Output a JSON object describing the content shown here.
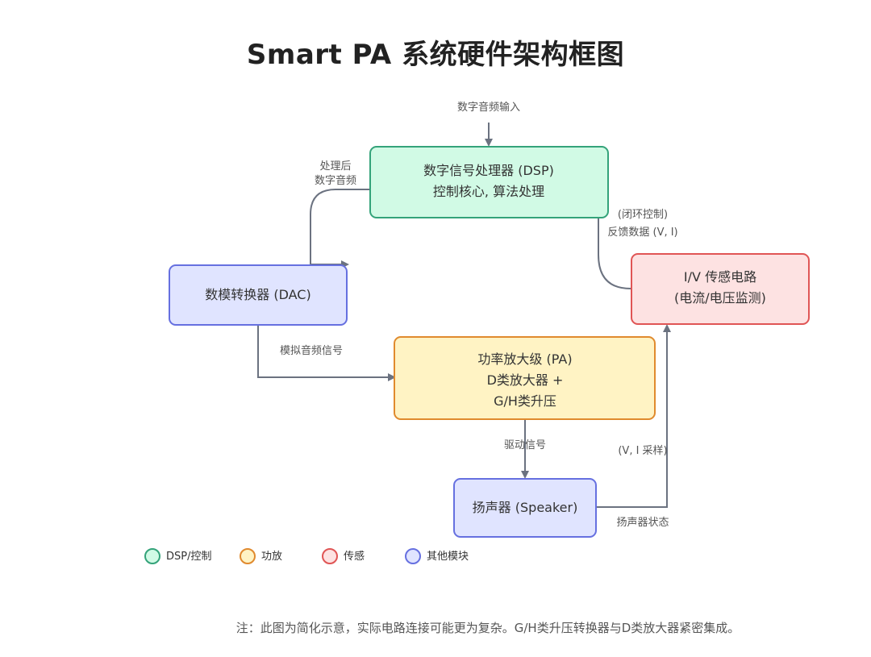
{
  "title": "Smart PA 系统硬件架构框图",
  "colors": {
    "dsp": {
      "fill": "#d1fae5",
      "stroke": "#34a37a"
    },
    "pa": {
      "fill": "#fff3c4",
      "stroke": "#e08a2e"
    },
    "sense": {
      "fill": "#fde2e2",
      "stroke": "#e05555"
    },
    "other": {
      "fill": "#e0e4ff",
      "stroke": "#6670e0"
    },
    "edge": "#6b7280"
  },
  "nodes": {
    "dsp": {
      "line1": "数字信号处理器 (DSP)",
      "line2": "控制核心, 算法处理"
    },
    "dac": {
      "line1": "数模转换器 (DAC)"
    },
    "sense": {
      "line1": "I/V 传感电路",
      "line2": "(电流/电压监测)"
    },
    "pa": {
      "line1": "功率放大级 (PA)",
      "line2": "D类放大器 +",
      "line3": "G/H类升压"
    },
    "speaker": {
      "line1": "扬声器 (Speaker)"
    }
  },
  "edges": {
    "input": "数字音频输入",
    "dsp_dac_1": "处理后",
    "dsp_dac_2": "数字音频",
    "dac_pa": "模拟音频信号",
    "pa_speaker": "驱动信号",
    "speaker_sense_1": "(V, I 采样)",
    "speaker_sense_2": "扬声器状态",
    "sense_dsp_1": "(闭环控制)",
    "sense_dsp_2": "反馈数据 (V, I)"
  },
  "legend": [
    {
      "label": "DSP/控制",
      "key": "dsp"
    },
    {
      "label": "功放",
      "key": "pa"
    },
    {
      "label": "传感",
      "key": "sense"
    },
    {
      "label": "其他模块",
      "key": "other"
    }
  ],
  "note": "注：此图为简化示意，实际电路连接可能更为复杂。G/H类升压转换器与D类放大器紧密集成。"
}
